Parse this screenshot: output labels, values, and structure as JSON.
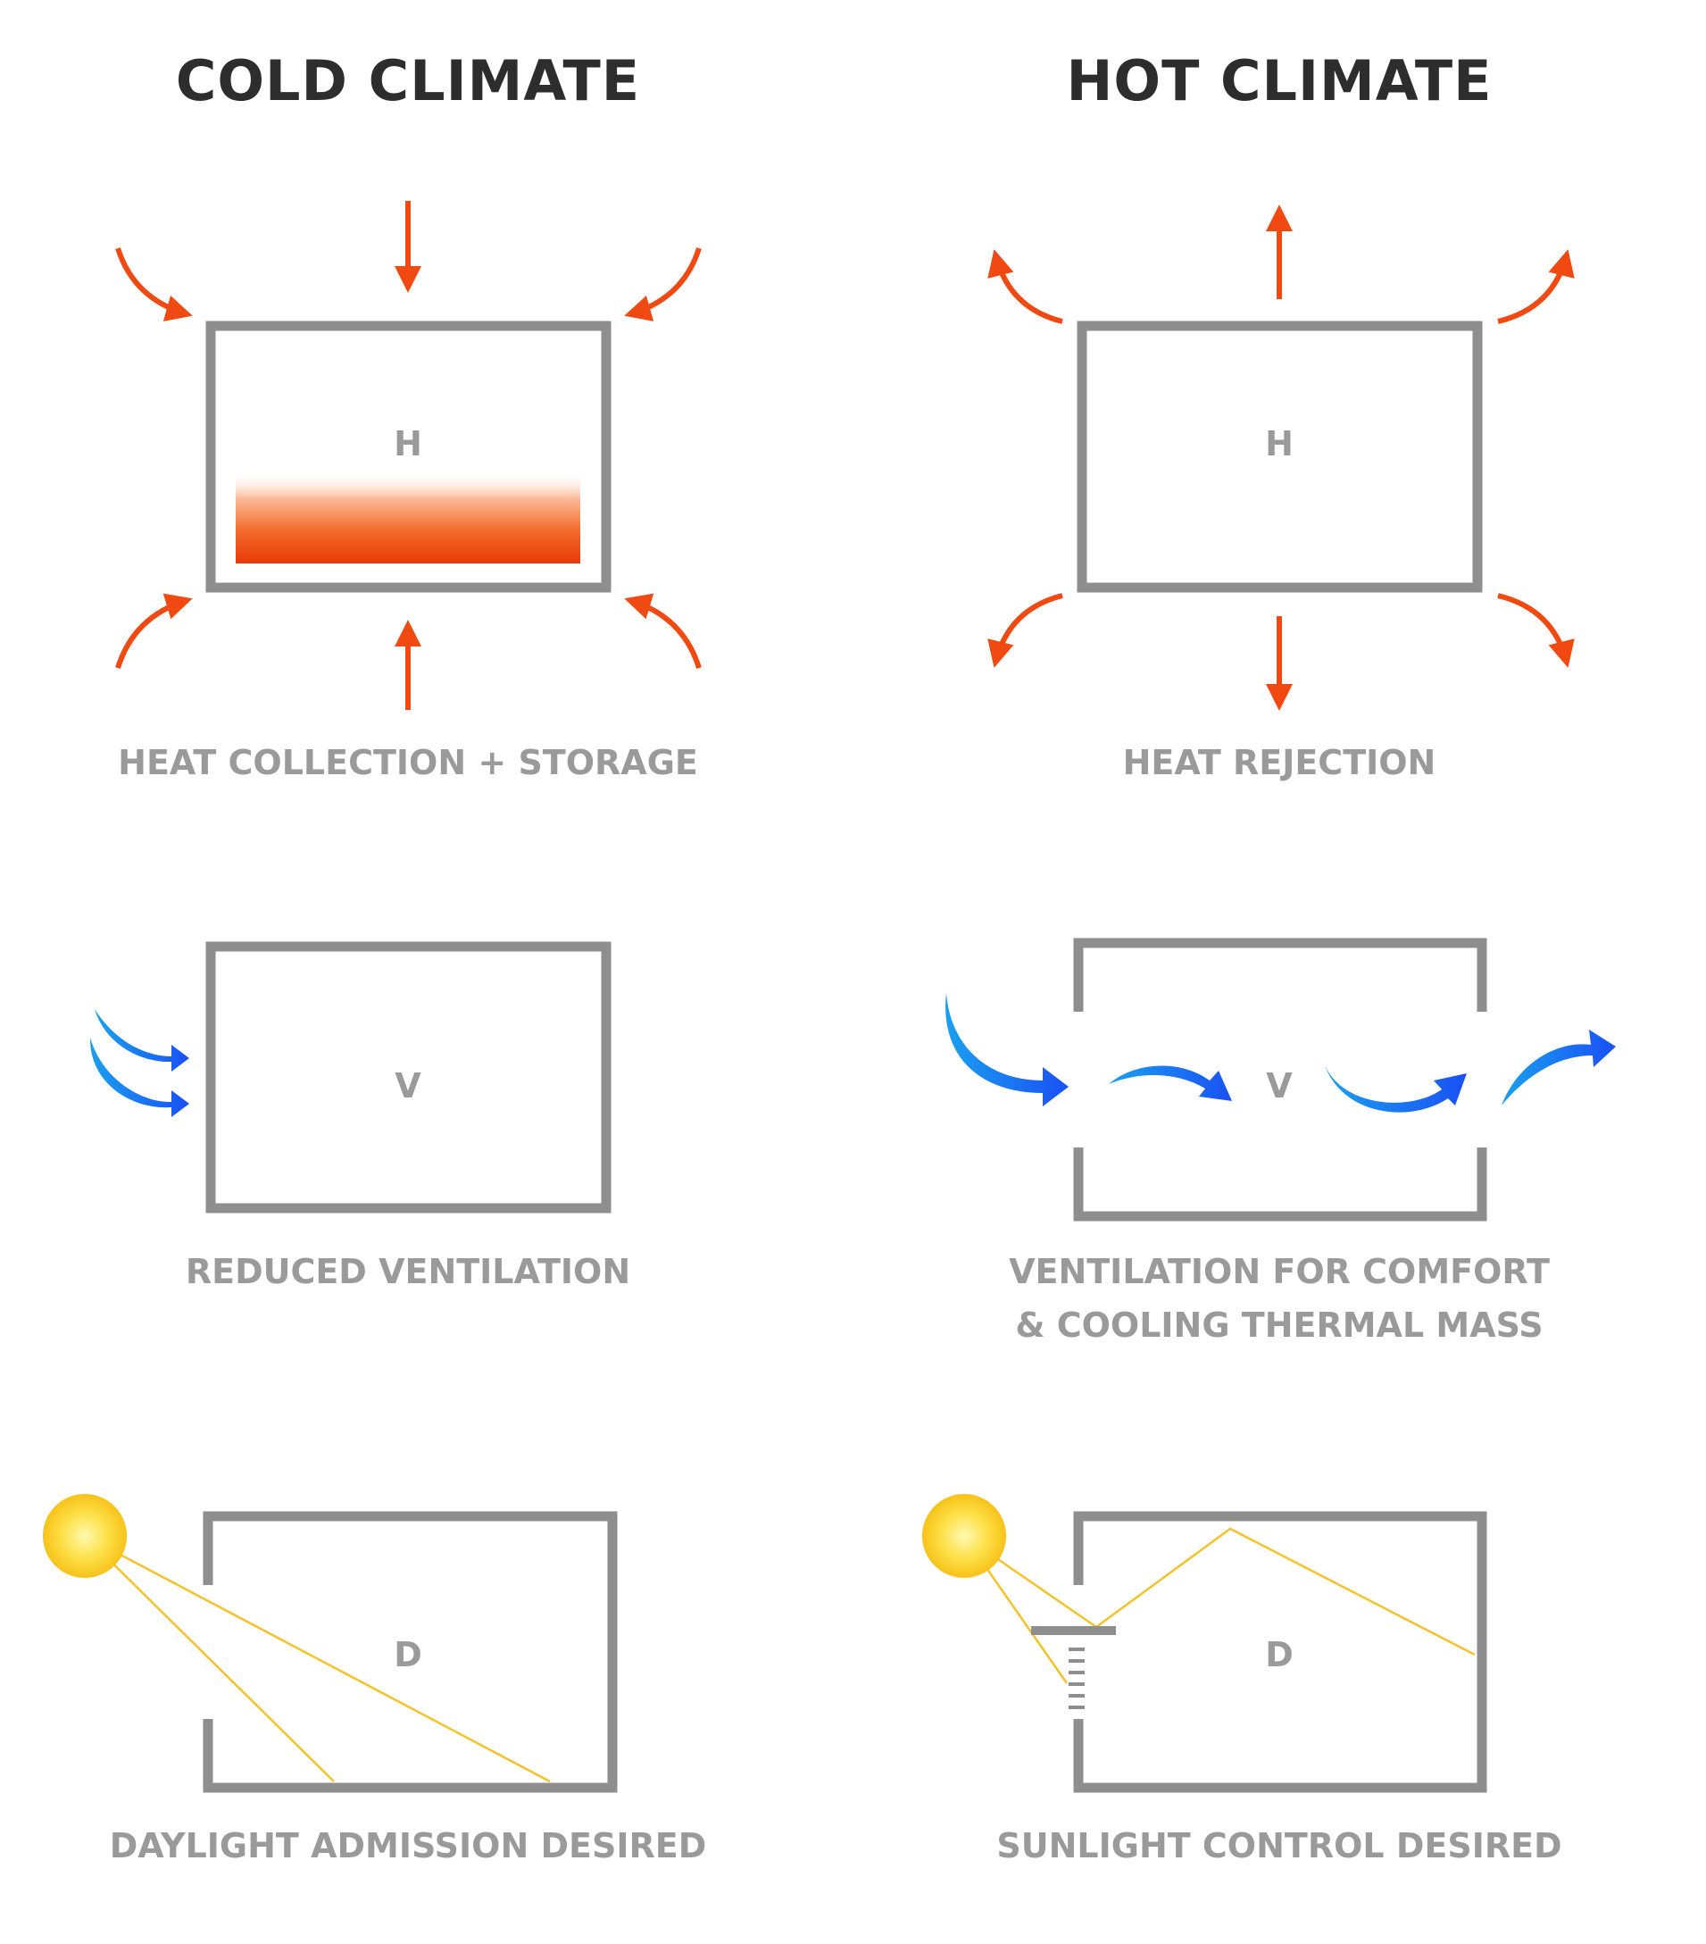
{
  "columns": {
    "cold": {
      "title": "COLD CLIMATE"
    },
    "hot": {
      "title": "HOT CLIMATE"
    }
  },
  "rows": {
    "heat": {
      "box_label": "H",
      "cold_caption": "HEAT COLLECTION + STORAGE",
      "hot_caption": "HEAT REJECTION"
    },
    "ventilation": {
      "box_label": "V",
      "cold_caption": "REDUCED VENTILATION",
      "hot_caption_line1": "VENTILATION FOR COMFORT",
      "hot_caption_line2": "& COOLING THERMAL MASS"
    },
    "daylight": {
      "box_label": "D",
      "cold_caption": "DAYLIGHT ADMISSION DESIRED",
      "hot_caption": "SUNLIGHT CONTROL DESIRED"
    }
  },
  "colors": {
    "wall": "#8e8e8e",
    "heat_arrow": "#f04a12",
    "vent_arrow_start": "#1aa0f0",
    "vent_arrow_end": "#1a50f5",
    "sun_center": "#fff27a",
    "sun_edge": "#f7c21a",
    "sun_ray": "#f5c22a",
    "title_text": "#2d2d2d",
    "caption_text": "#9a9a9a"
  }
}
